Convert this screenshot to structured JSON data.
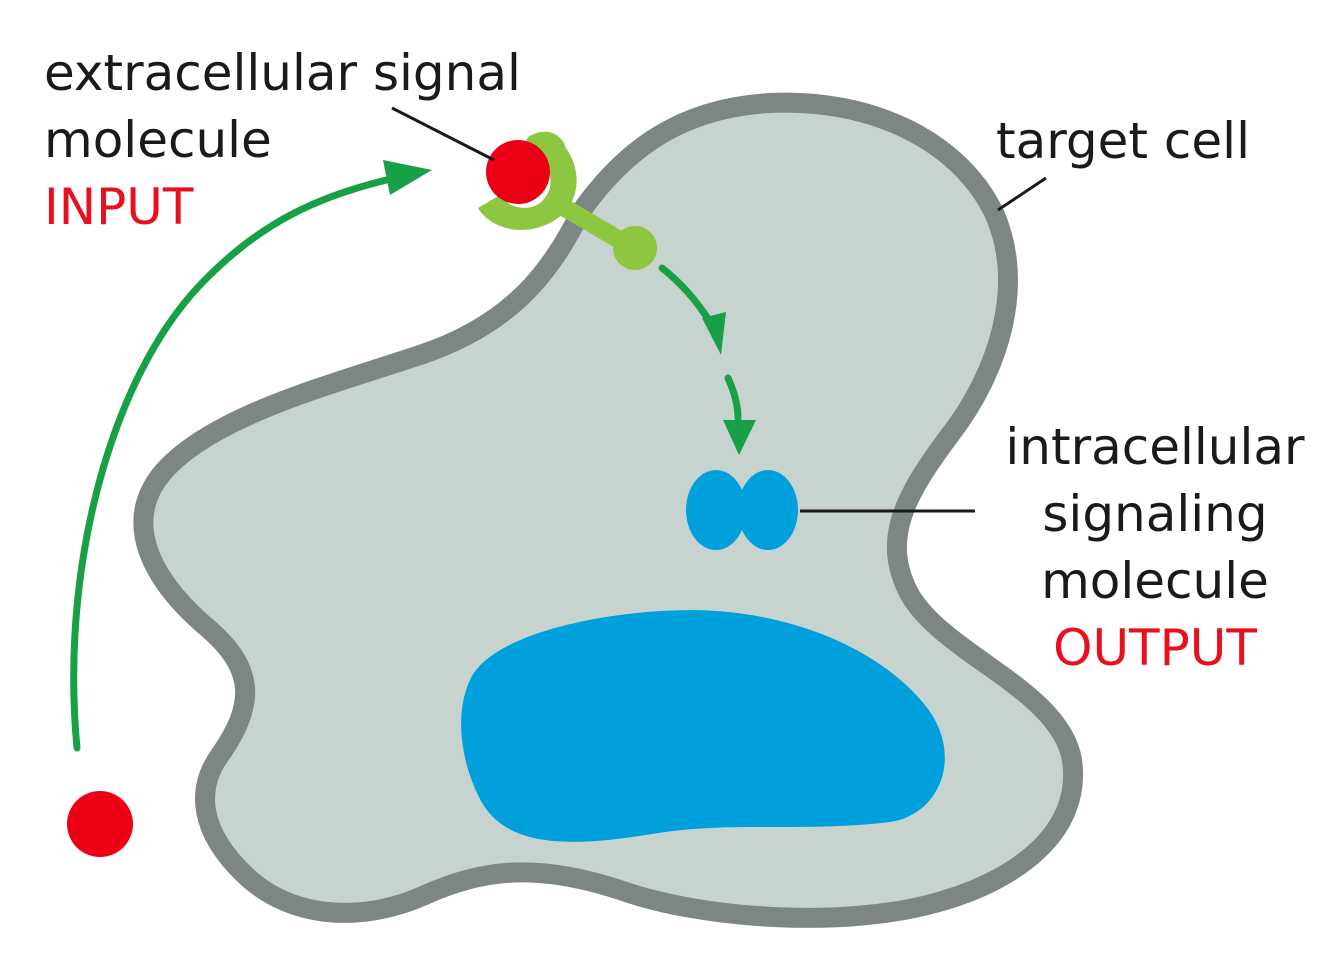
{
  "labels": {
    "extracellular_line1": "extracellular signal",
    "extracellular_line2": "molecule",
    "input": "INPUT",
    "target_cell": "target cell",
    "intracellular_line1": "intracellular",
    "intracellular_line2": "signaling",
    "intracellular_line3": "molecule",
    "output": "OUTPUT"
  },
  "colors": {
    "text": "#1a1a1a",
    "highlight_text": "#e8101f",
    "cell_fill": "#c7d3cf",
    "cell_membrane": "#7d8683",
    "signal_molecule": "#ec0016",
    "receptor": "#8dc63f",
    "pathway_arrow": "#17a045",
    "intracellular_molecule": "#00a0dc",
    "nucleus": "#00a0dc"
  }
}
